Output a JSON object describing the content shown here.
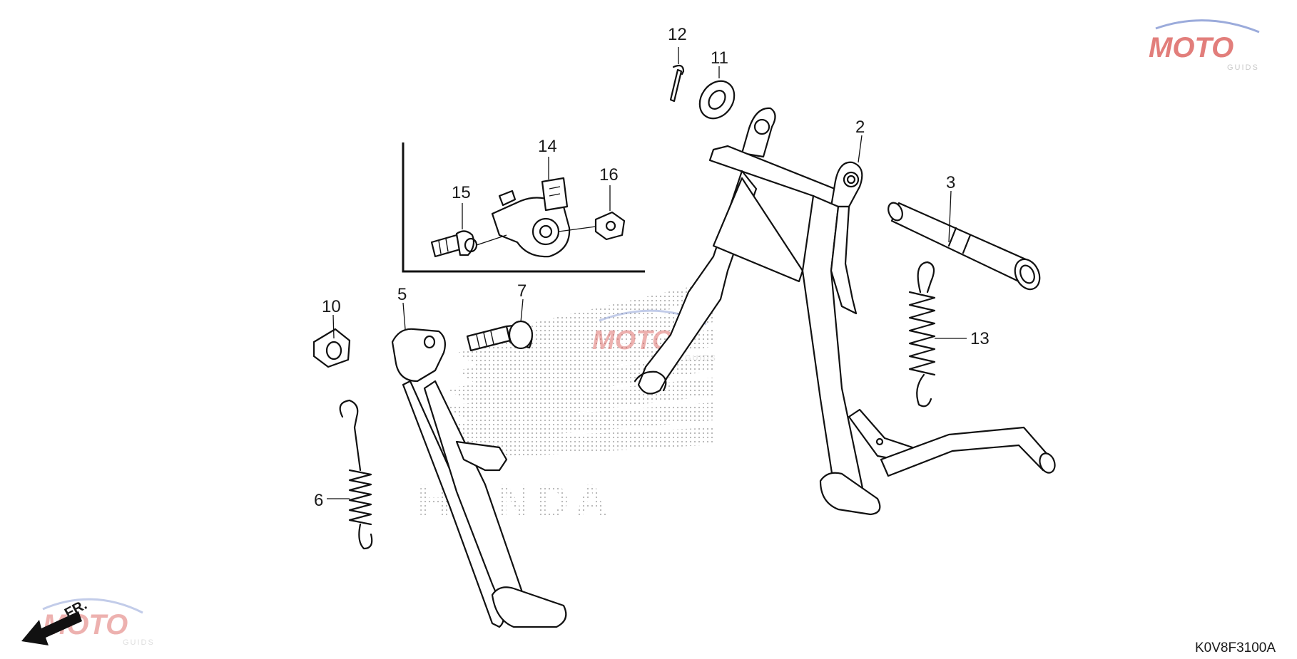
{
  "diagram_code": "K0V8F3100A",
  "watermark": {
    "main": "MOTO",
    "sub": "GUIDS",
    "bg_logo_text": "HONDA"
  },
  "direction_indicator": "FR.",
  "callouts": [
    {
      "id": "p1",
      "label": "2"
    },
    {
      "id": "p2",
      "label": "3"
    },
    {
      "id": "p3",
      "label": "5"
    },
    {
      "id": "p4",
      "label": "6"
    },
    {
      "id": "p5",
      "label": "7"
    },
    {
      "id": "p6",
      "label": "10"
    },
    {
      "id": "p7",
      "label": "11"
    },
    {
      "id": "p8",
      "label": "12"
    },
    {
      "id": "p9",
      "label": "13"
    },
    {
      "id": "p10",
      "label": "14"
    },
    {
      "id": "p11",
      "label": "15"
    },
    {
      "id": "p12",
      "label": "16"
    }
  ],
  "colors": {
    "line": "#111111",
    "watermark_red": "#d9534f",
    "watermark_blue": "#7a8fd0",
    "watermark_gray": "#b8b8b8",
    "background": "#ffffff"
  }
}
